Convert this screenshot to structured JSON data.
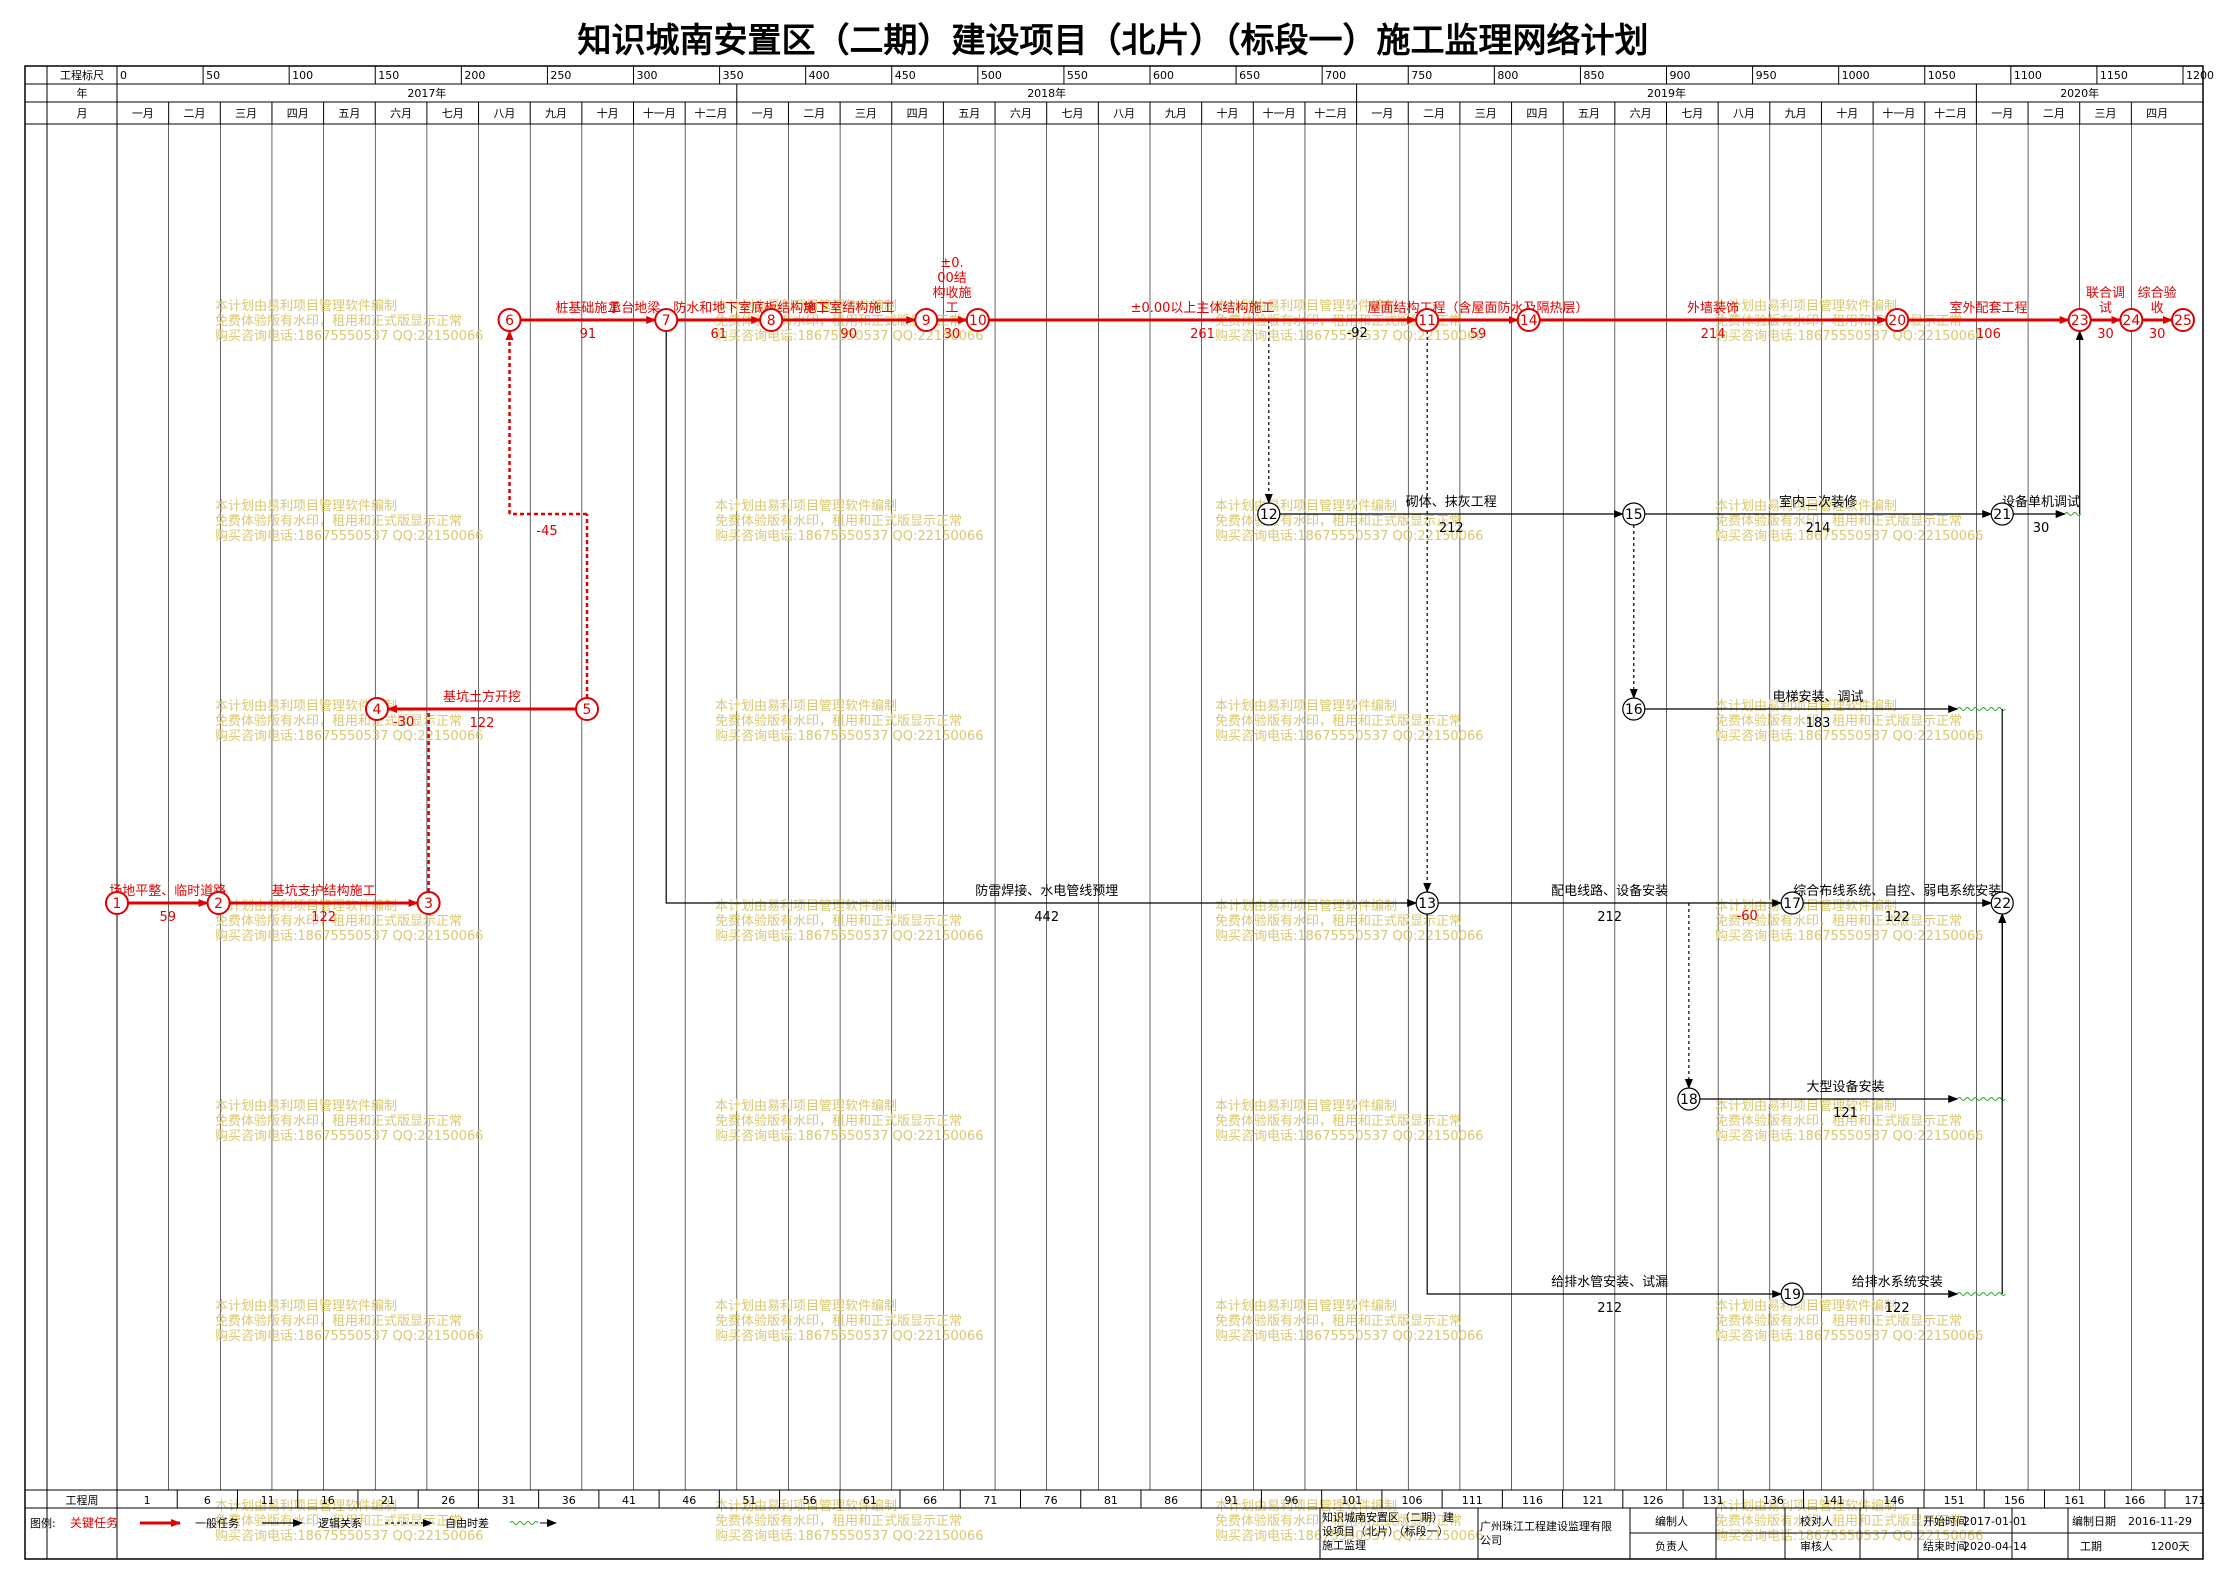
{
  "title": "知识城南安置区（二期）建设项目（北片）（标段一）施工监理网络计划",
  "header": {
    "scale_label": "工程标尺",
    "year_label": "年",
    "month_label": "月",
    "scale_ticks": [
      "0",
      "50",
      "100",
      "150",
      "200",
      "250",
      "300",
      "350",
      "400",
      "450",
      "500",
      "550",
      "600",
      "650",
      "700",
      "750",
      "800",
      "850",
      "900",
      "950",
      "1000",
      "1050",
      "1100",
      "1150",
      "1200"
    ],
    "years": [
      {
        "label": "2017年",
        "from": 0,
        "to": 12
      },
      {
        "label": "2018年",
        "from": 12,
        "to": 24
      },
      {
        "label": "2019年",
        "from": 24,
        "to": 36
      },
      {
        "label": "2020年",
        "from": 36,
        "to": 40
      }
    ],
    "months": [
      "一月",
      "二月",
      "三月",
      "四月",
      "五月",
      "六月",
      "七月",
      "八月",
      "九月",
      "十月",
      "十一月",
      "十二月",
      "一月",
      "二月",
      "三月",
      "四月",
      "五月",
      "六月",
      "七月",
      "八月",
      "九月",
      "十月",
      "十一月",
      "十二月",
      "一月",
      "二月",
      "三月",
      "四月",
      "五月",
      "六月",
      "七月",
      "八月",
      "九月",
      "十月",
      "十一月",
      "十二月",
      "一月",
      "二月",
      "三月",
      "四月"
    ]
  },
  "footer": {
    "week_label": "工程周",
    "weeks": [
      "1",
      "6",
      "11",
      "16",
      "21",
      "26",
      "31",
      "36",
      "41",
      "46",
      "51",
      "56",
      "61",
      "66",
      "71",
      "76",
      "81",
      "86",
      "91",
      "96",
      "101",
      "106",
      "111",
      "116",
      "121",
      "126",
      "131",
      "136",
      "141",
      "146",
      "151",
      "156",
      "161",
      "166",
      "171"
    ]
  },
  "legend": {
    "label": "图例:",
    "critical": "关键任务",
    "normal": "一般任务",
    "logic": "逻辑关系",
    "float": "自由时差"
  },
  "info": {
    "project": "知识城南安置区（二期）建设项目（北片）（标段一）施工监理",
    "company": "广州珠江工程建设监理有限公司",
    "editor_label": "编制人",
    "leader_label": "负责人",
    "checker_label": "校对人",
    "reviewer_label": "审核人",
    "start_label": "开始时间",
    "start_value": "2017-01-01",
    "end_label": "结束时间",
    "end_value": "2020-04-14",
    "date_label": "编制日期",
    "date_value": "2016-11-29",
    "duration_label": "工期",
    "duration_value": "1200天"
  },
  "watermark": [
    "本计划由易利项目管理软件编制",
    "免费体验版有水印，租用和正式版显示正常",
    "购买咨询电话:18675550537 QQ:22150066"
  ],
  "nodes": [
    {
      "id": "1",
      "day": 0,
      "row": "r1",
      "critical": true
    },
    {
      "id": "2",
      "day": 59,
      "row": "r1",
      "critical": true
    },
    {
      "id": "3",
      "day": 181,
      "row": "r1",
      "critical": true
    },
    {
      "id": "4",
      "day": 151,
      "row": "r4",
      "critical": true
    },
    {
      "id": "5",
      "day": 273,
      "row": "r4",
      "critical": true
    },
    {
      "id": "6",
      "day": 228,
      "row": "r6",
      "critical": true
    },
    {
      "id": "7",
      "day": 319,
      "row": "r6",
      "critical": true
    },
    {
      "id": "8",
      "day": 380,
      "row": "r6",
      "critical": true
    },
    {
      "id": "9",
      "day": 470,
      "row": "r6",
      "critical": true
    },
    {
      "id": "10",
      "day": 500,
      "row": "r6",
      "critical": true
    },
    {
      "id": "11",
      "day": 761,
      "row": "r6",
      "critical": true
    },
    {
      "id": "14",
      "day": 820,
      "row": "r6",
      "critical": true
    },
    {
      "id": "20",
      "day": 1034,
      "row": "r6",
      "critical": true
    },
    {
      "id": "23",
      "day": 1140,
      "row": "r6",
      "critical": true
    },
    {
      "id": "24",
      "day": 1170,
      "row": "r6",
      "critical": true
    },
    {
      "id": "25",
      "day": 1200,
      "row": "r6",
      "critical": true
    },
    {
      "id": "12",
      "day": 669,
      "row": "r12",
      "critical": false
    },
    {
      "id": "15",
      "day": 881,
      "row": "r12",
      "critical": false
    },
    {
      "id": "21",
      "day": 1095,
      "row": "r12",
      "critical": false
    },
    {
      "id": "16",
      "day": 881,
      "row": "r16",
      "critical": false
    },
    {
      "id": "13",
      "day": 761,
      "row": "r13",
      "critical": false
    },
    {
      "id": "17",
      "day": 973,
      "row": "r13",
      "critical": false
    },
    {
      "id": "22",
      "day": 1095,
      "row": "r13",
      "critical": false
    },
    {
      "id": "18",
      "day": 913,
      "row": "r18",
      "critical": false
    },
    {
      "id": "19",
      "day": 973,
      "row": "r19",
      "critical": false
    }
  ],
  "tasks": [
    {
      "from": "1",
      "to": "2",
      "name": "场地平整、临时道路",
      "duration": "59",
      "critical": true
    },
    {
      "from": "2",
      "to": "3",
      "name": "基坑支护结构施工",
      "duration": "122",
      "critical": true
    },
    {
      "from": "5",
      "to": "4",
      "name": "基坑土方开挖",
      "duration": "122",
      "critical": true
    },
    {
      "from": "6",
      "to": "7",
      "name": "桩基础施工",
      "duration": "91",
      "critical": true
    },
    {
      "from": "7",
      "to": "8",
      "name": "承台地梁、防水和地下室底板结构施工",
      "duration": "61",
      "critical": true
    },
    {
      "from": "8",
      "to": "9",
      "name": "地下室结构施工",
      "duration": "90",
      "critical": true
    },
    {
      "from": "9",
      "to": "10",
      "name": "±0.00结构收施工",
      "duration": "30",
      "critical": true
    },
    {
      "from": "10",
      "to": "11",
      "name": "±0.00以上主体结构施工",
      "duration": "261",
      "critical": true
    },
    {
      "from": "11",
      "to": "14",
      "name": "屋面结构工程（含屋面防水及隔热层）",
      "duration": "59",
      "critical": true
    },
    {
      "from": "14",
      "to": "20",
      "name": "外墙装饰",
      "duration": "214",
      "critical": true
    },
    {
      "from": "20",
      "to": "23",
      "name": "室外配套工程",
      "duration": "106",
      "critical": true
    },
    {
      "from": "23",
      "to": "24",
      "name": "联合调试",
      "duration": "30",
      "critical": true
    },
    {
      "from": "24",
      "to": "25",
      "name": "综合验收",
      "duration": "30",
      "critical": true
    },
    {
      "from": "12",
      "to": "15",
      "name": "砌体、抹灰工程",
      "duration": "212",
      "critical": false
    },
    {
      "from": "15",
      "to": "21",
      "name": "室内二次装修",
      "duration": "214",
      "critical": false
    },
    {
      "from": "16",
      "to": "22",
      "name": "电梯安装、调试",
      "duration": "183",
      "critical": false
    },
    {
      "from": "7",
      "to": "13",
      "name": "防雷焊接、水电管线预埋",
      "duration": "442",
      "critical": false
    },
    {
      "from": "13",
      "to": "17",
      "name": "配电线路、设备安装",
      "duration": "212",
      "critical": false
    },
    {
      "from": "17",
      "to": "22",
      "name": "综合布线系统、自控、弱电系统安装",
      "duration": "122",
      "critical": false
    },
    {
      "from": "18",
      "to": "22",
      "name": "大型设备安装",
      "duration": "121",
      "critical": false
    },
    {
      "from": "13",
      "to": "19",
      "name": "给排水管安装、试漏",
      "duration": "212",
      "critical": false
    },
    {
      "from": "19",
      "to": "22",
      "name": "给排水系统安装",
      "duration": "122",
      "critical": false
    },
    {
      "from": "21",
      "to": "23",
      "name": "设备单机调试",
      "duration": "30",
      "critical": false
    }
  ],
  "floats": [
    {
      "label": "-30"
    },
    {
      "label": "-45"
    },
    {
      "label": "-92"
    },
    {
      "label": "-60"
    }
  ]
}
